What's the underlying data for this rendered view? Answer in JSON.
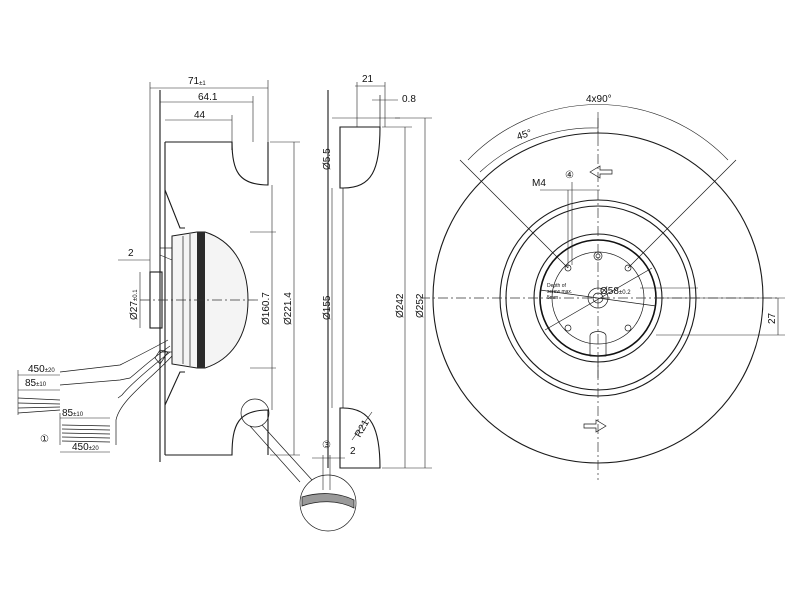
{
  "dims": {
    "width_71": "71",
    "tol_71": "±1",
    "width_641": "64.1",
    "width_44": "44",
    "small_2": "2",
    "dia_27": "Ø27",
    "tol_27": "±0.1",
    "dia_1607": "Ø160.7",
    "dia_2214": "Ø221.4",
    "cable_450": "450",
    "tol_450": "±20",
    "cable_85a": "85",
    "tol_85a": "±10",
    "cable_85b": "85",
    "tol_85b": "±10",
    "cable_450b": "450",
    "tol_450b": "±20",
    "callout_1": "①",
    "width_21": "21",
    "width_08": "0.8",
    "dia_55": "Ø5.5",
    "dia_155": "Ø155",
    "dia_242": "Ø242",
    "dia_252": "Ø252",
    "radius_21": "R21",
    "callout_3": "③",
    "detail_2": "2",
    "angle_4x90": "4x90°",
    "angle_45": "45°",
    "thread_m4": "M4",
    "callout_4": "④",
    "dia_58": "Ø58",
    "tol_58": "±0.2",
    "depth_note_1": "Depth of",
    "depth_note_2": "screw max.",
    "depth_note_3": "5mm",
    "offset_27": "27"
  }
}
